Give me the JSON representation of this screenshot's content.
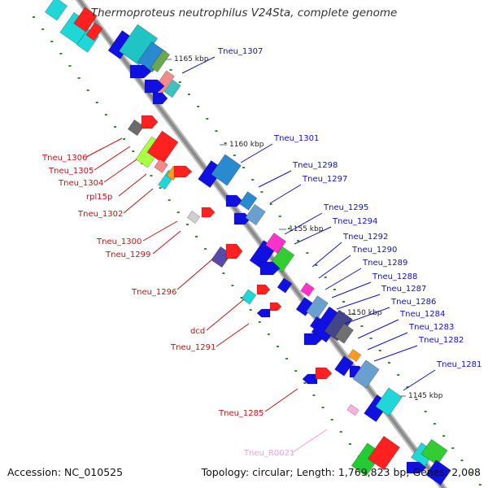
{
  "title": "Thermoproteus neutrophilus V24Sta, complete genome",
  "footer": {
    "accession": "Accession: NC_010525",
    "topology": "Topology: circular; Length: 1,769,823 bp; Genes: 2,008"
  },
  "colors": {
    "backbone": "#8c8c8c",
    "plus_strand_label": "#1010c8",
    "minus_strand_label": "#c81010",
    "rna_label": "#ff9ad5",
    "ticks": "#2e8b2e"
  },
  "scale_marks": [
    "1165 kbp",
    "1160 kbp",
    "1155 kbp",
    "1150 kbp",
    "1145 kbp"
  ],
  "genes_minus_strand": [
    "Tneu_1306",
    "Tneu_1305",
    "Tneu_1304",
    "rpl15p",
    "Tneu_1302",
    "Tneu_1300",
    "Tneu_1299",
    "Tneu_1296",
    "dcd",
    "Tneu_1291",
    "Tneu_1285"
  ],
  "genes_plus_strand": [
    "Tneu_1307",
    "Tneu_1301",
    "Tneu_1298",
    "Tneu_1297",
    "Tneu_1295",
    "Tneu_1294",
    "Tneu_1292",
    "Tneu_1290",
    "Tneu_1289",
    "Tneu_1288",
    "Tneu_1287",
    "Tneu_1286",
    "Tneu_1284",
    "Tneu_1283",
    "Tneu_1282",
    "Tneu_1281"
  ],
  "genes_rna": [
    "Tneu_R0021"
  ]
}
